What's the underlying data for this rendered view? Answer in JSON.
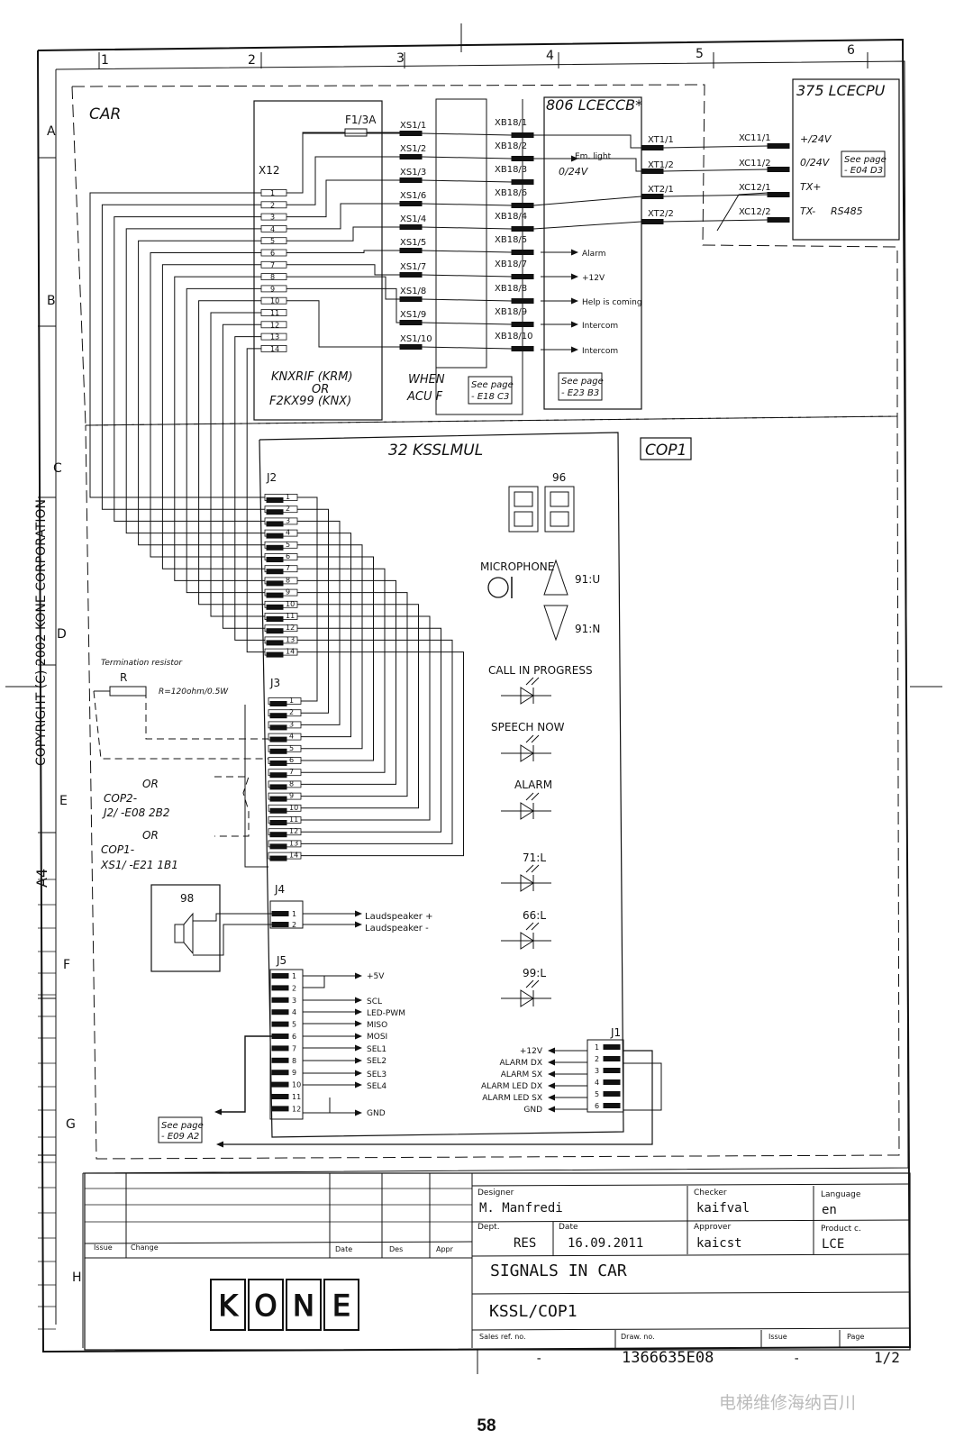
{
  "title": "SIGNALS IN CAR",
  "subtitle": "KSSL/COP1",
  "copyright": "COPYRIGHT (C) 2002 KONE CORPORATION",
  "page_number": "58",
  "watermark": "电梯维修海纳百川",
  "sheet_size": "A4",
  "columns": [
    "1",
    "2",
    "3",
    "4",
    "5",
    "6"
  ],
  "rows": [
    "A",
    "B",
    "C",
    "D",
    "E",
    "F",
    "G",
    "H"
  ],
  "zones": {
    "car": "CAR",
    "cop": "COP1"
  },
  "knx": {
    "label_line1": "KNXRIF (KRM)",
    "label_line2": "OR",
    "label_line3": "F2KX99 (KNX)",
    "connector": "X12",
    "fuse": "F1/3A",
    "pins": [
      "1",
      "2",
      "3",
      "4",
      "5",
      "6",
      "7",
      "8",
      "9",
      "10",
      "11",
      "12",
      "13",
      "14"
    ]
  },
  "acu": {
    "line1": "WHEN",
    "line2": "ACU F",
    "see_page": "See page",
    "ref": "- E18 C3"
  },
  "xs1": [
    "XS1/1",
    "XS1/2",
    "XS1/3",
    "XS1/6",
    "XS1/4",
    "XS1/5",
    "XS1/7",
    "XS1/8",
    "XS1/9",
    "XS1/10"
  ],
  "lceccb": {
    "title": "806 LCECCB*",
    "xb18": [
      "XB18/1",
      "XB18/2",
      "XB18/3",
      "XB18/6",
      "XB18/4",
      "XB18/5",
      "XB18/7",
      "XB18/8",
      "XB18/9",
      "XB18/10"
    ],
    "signals": [
      "Em. light",
      "0/24V",
      "Alarm",
      "+12V",
      "Help is coming",
      "Intercom",
      "Intercom"
    ],
    "xt": [
      "XT1/1",
      "XT1/2",
      "XT2/1",
      "XT2/2"
    ],
    "see_page": "See page",
    "ref": "- E23 B3"
  },
  "lcecpu": {
    "title": "375 LCECPU",
    "xc": [
      "XC11/1",
      "XC11/2",
      "XC12/1",
      "XC12/2"
    ],
    "signals": [
      "+/24V",
      "0/24V",
      "TX+",
      "TX-"
    ],
    "bus": "RS485",
    "see_page": "See page",
    "ref": "- E04 D3"
  },
  "kssl": {
    "title": "32 KSSLMUL",
    "j2": "J2",
    "j3": "J3",
    "j4": "J4",
    "j5": "J5",
    "j1": "J1",
    "pins14": [
      "1",
      "2",
      "3",
      "4",
      "5",
      "6",
      "7",
      "8",
      "9",
      "10",
      "11",
      "12",
      "13",
      "14"
    ],
    "display_id": "96",
    "microphone": "MICROPHONE",
    "up": "91:U",
    "down": "91:N",
    "leds": [
      "CALL IN PROGRESS",
      "SPEECH NOW",
      "ALARM",
      "71:L",
      "66:L",
      "99:L"
    ],
    "j4_pins": [
      "1",
      "2"
    ],
    "j4_signals": [
      "Laudspeaker +",
      "Laudspeaker -"
    ],
    "speaker_id": "98",
    "j5_pins": [
      "1",
      "2",
      "3",
      "4",
      "5",
      "6",
      "7",
      "8",
      "9",
      "10",
      "11",
      "12"
    ],
    "j5_signals": [
      "+5V",
      "SCL",
      "LED-PWM",
      "MISO",
      "MOSI",
      "SEL1",
      "SEL2",
      "SEL3",
      "SEL4",
      "GND"
    ],
    "j1_pins": [
      "1",
      "2",
      "3",
      "4",
      "5",
      "6"
    ],
    "j1_signals": [
      "+12V",
      "ALARM DX",
      "ALARM SX",
      "ALARM LED DX",
      "ALARM LED SX",
      "GND"
    ],
    "see_page": "See page",
    "ref": "- E09 A2"
  },
  "termination": {
    "label": "Termination resistor",
    "r": "R",
    "value": "R=120ohm/0.5W",
    "or1": "OR",
    "cop2_line1": "COP2-",
    "cop2_line2": "J2/ -E08 2B2",
    "or2": "OR",
    "cop1_line1": "COP1-",
    "cop1_line2": "XS1/ -E21 1B1"
  },
  "titleblock": {
    "designer_label": "Designer",
    "designer": "M. Manfredi",
    "checker_label": "Checker",
    "checker": "kaifval",
    "language_label": "Language",
    "language": "en",
    "dept_label": "Dept.",
    "dept": "RES",
    "date_label": "Date",
    "date": "16.09.2011",
    "approver_label": "Approver",
    "approver": "kaicst",
    "product_label": "Product c.",
    "product": "LCE",
    "issue_label": "Issue",
    "change_label": "Change",
    "date_col": "Date",
    "des_col": "Des",
    "appr_col": "Appr",
    "sales_label": "Sales ref. no.",
    "sales": "-",
    "draw_label": "Draw. no.",
    "draw": "1366635E08",
    "issue2_label": "Issue",
    "issue2": "-",
    "page_label": "Page",
    "page": "1/2",
    "logo": [
      "K",
      "O",
      "N",
      "E"
    ]
  }
}
